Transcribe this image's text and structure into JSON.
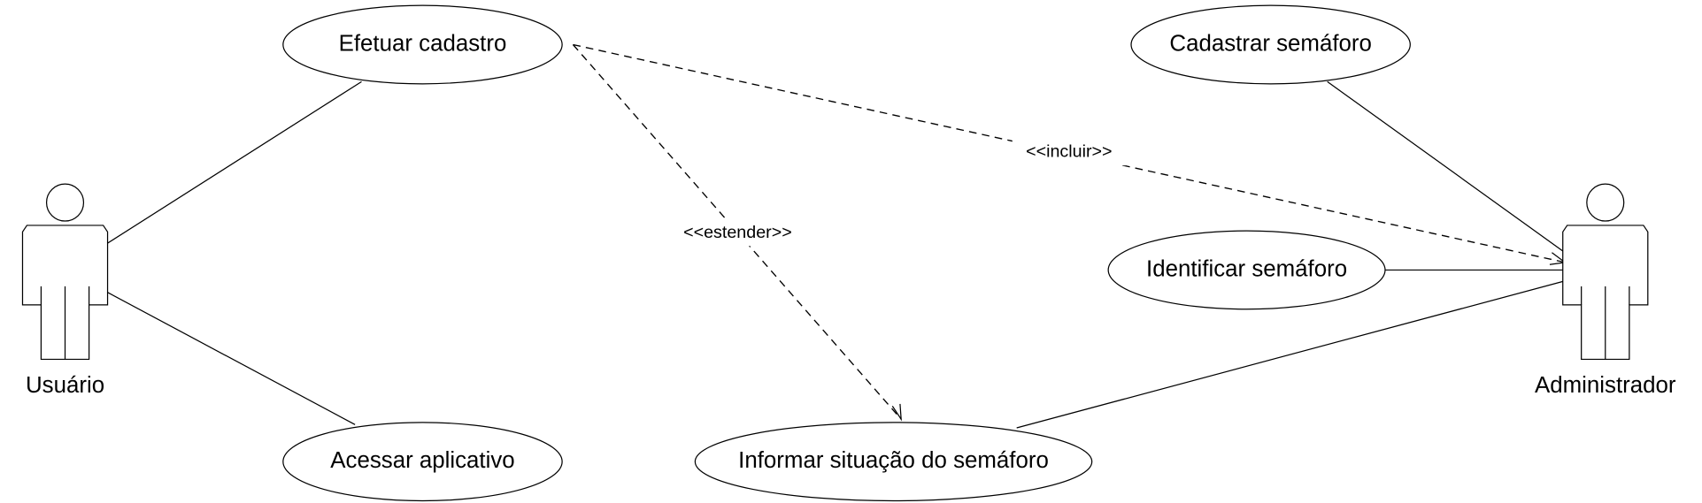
{
  "diagram": {
    "type": "uml-use-case",
    "actors": [
      {
        "id": "usuario",
        "label": "Usuário"
      },
      {
        "id": "administrador",
        "label": "Administrador"
      }
    ],
    "use_cases": [
      {
        "id": "efetuar",
        "label": "Efetuar cadastro"
      },
      {
        "id": "acessar",
        "label": "Acessar aplicativo"
      },
      {
        "id": "informar",
        "label": "Informar situação do semáforo"
      },
      {
        "id": "cadastrar",
        "label": "Cadastrar semáforo"
      },
      {
        "id": "identificar",
        "label": "Identificar semáforo"
      }
    ],
    "relations": [
      {
        "from": "usuario",
        "to": "efetuar",
        "kind": "association"
      },
      {
        "from": "usuario",
        "to": "acessar",
        "kind": "association"
      },
      {
        "from": "administrador",
        "to": "cadastrar",
        "kind": "association"
      },
      {
        "from": "administrador",
        "to": "identificar",
        "kind": "association"
      },
      {
        "from": "administrador",
        "to": "informar",
        "kind": "association"
      },
      {
        "from": "efetuar",
        "to": "administrador",
        "kind": "dependency",
        "label": "<<incluir>>"
      },
      {
        "from": "efetuar",
        "to": "informar",
        "kind": "dependency",
        "label": "<<estender>>"
      }
    ]
  }
}
